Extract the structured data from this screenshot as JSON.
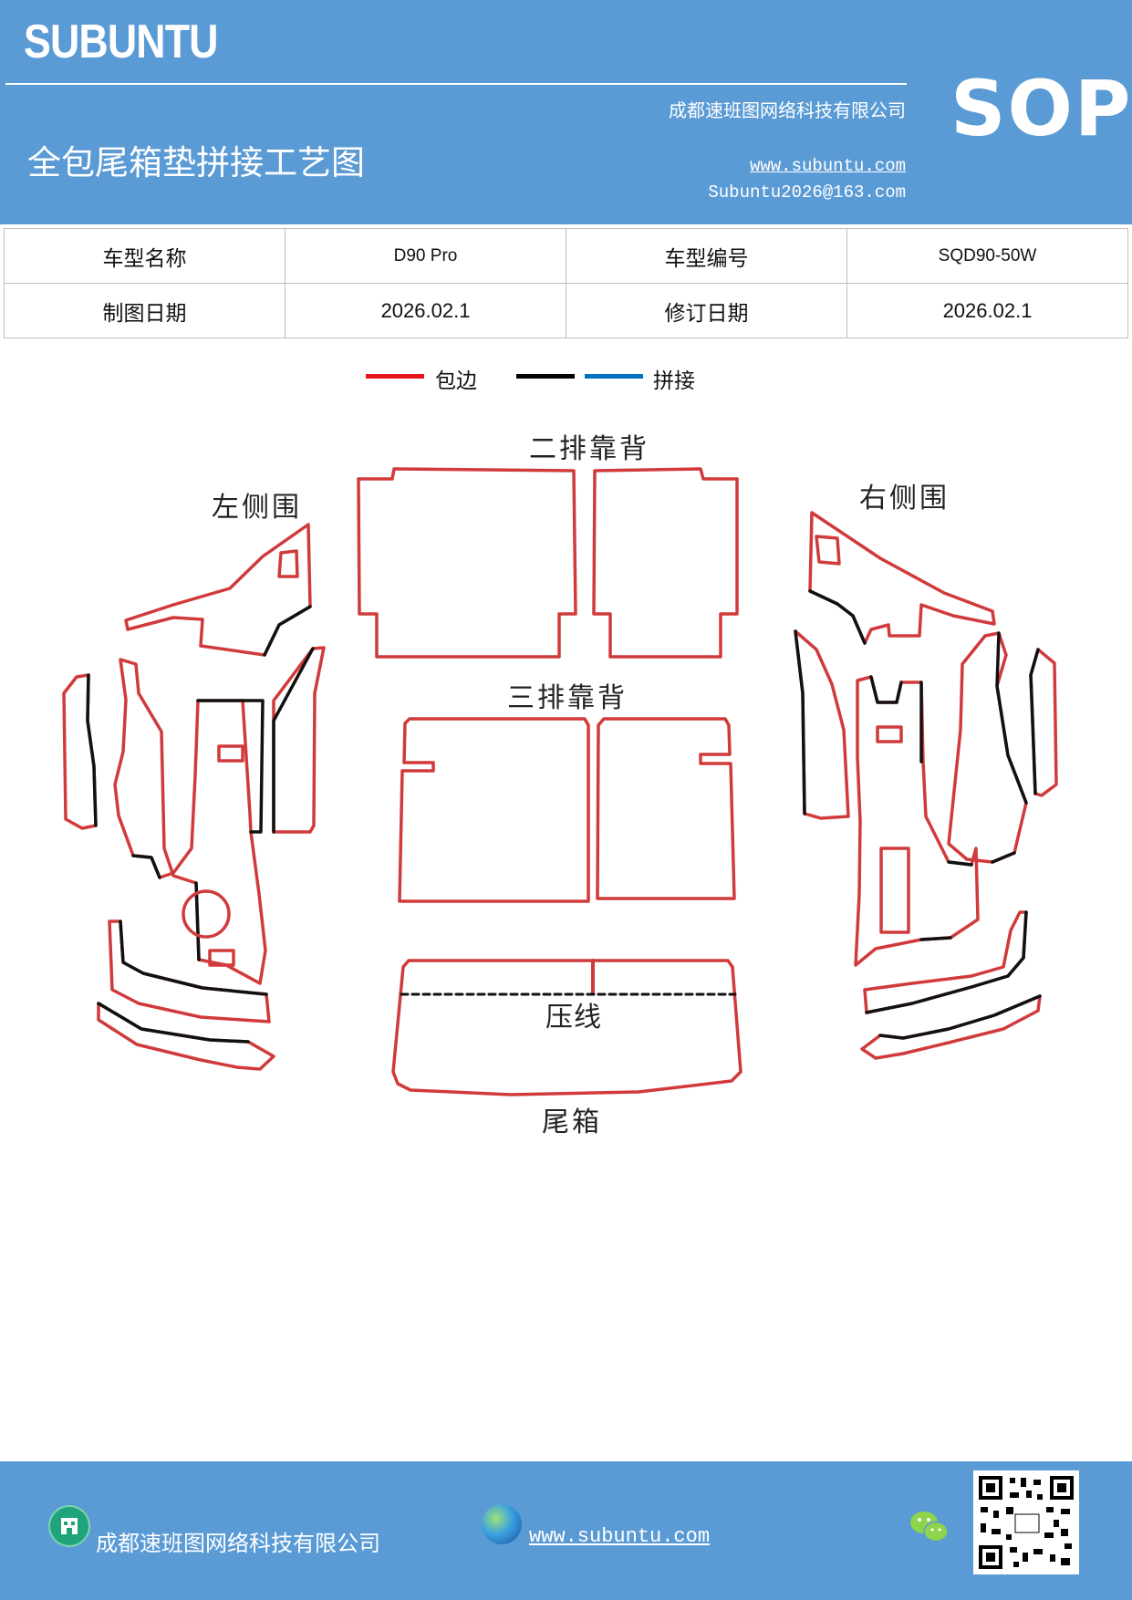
{
  "header": {
    "brand": "SUBUNTU",
    "company": "成都速班图网络科技有限公司",
    "title": "全包尾箱垫拼接工艺图",
    "website": "www.subuntu.com",
    "email": "Subuntu2026@163.com",
    "badge": "SOP"
  },
  "info_table": {
    "rows": [
      [
        "车型名称",
        "D90 Pro",
        "车型编号",
        "SQD90-50W"
      ],
      [
        "制图日期",
        "2026.02.1",
        "修订日期",
        "2026.02.1"
      ]
    ]
  },
  "legend": {
    "items": [
      {
        "label": "包边",
        "color": "#e8141b"
      },
      {
        "label": "拼接",
        "color": "#0070c0",
        "secondary_color": "#000000"
      }
    ]
  },
  "diagram": {
    "labels": {
      "second_row_back": "二排靠背",
      "left_side": "左侧围",
      "right_side": "右侧围",
      "third_row_back": "三排靠背",
      "crease": "压线",
      "trunk": "尾箱"
    },
    "colors": {
      "edge": "#d13a3a",
      "seam": "#111111"
    }
  },
  "footer": {
    "company": "成都速班图网络科技有限公司",
    "website": "www.subuntu.com"
  }
}
